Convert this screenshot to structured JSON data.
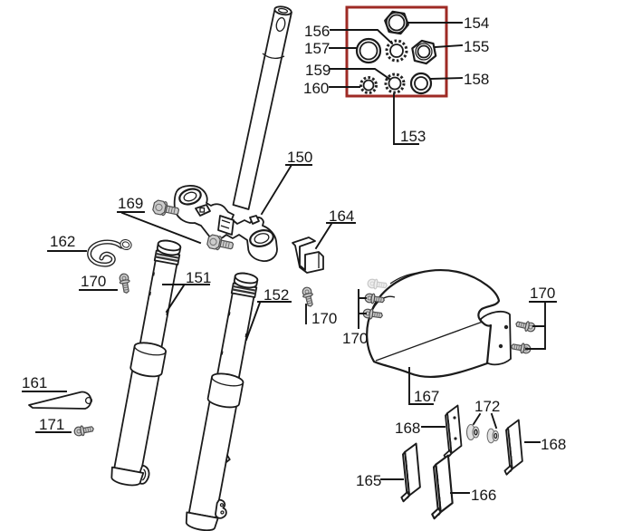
{
  "diagram": {
    "background_color": "#ffffff",
    "line_color": "#1b1b1b",
    "highlight_box_color": "#9e2a24",
    "fastener_color": "#cccccc",
    "labels": {
      "150": "150",
      "151": "151",
      "152": "152",
      "153": "153",
      "154": "154",
      "155": "155",
      "156": "156",
      "157": "157",
      "158": "158",
      "159": "159",
      "160": "160",
      "161": "161",
      "162": "162",
      "164": "164",
      "165": "165",
      "166": "166",
      "167": "167",
      "168": "168",
      "169": "169",
      "170": "170",
      "171": "171",
      "172": "172"
    }
  }
}
